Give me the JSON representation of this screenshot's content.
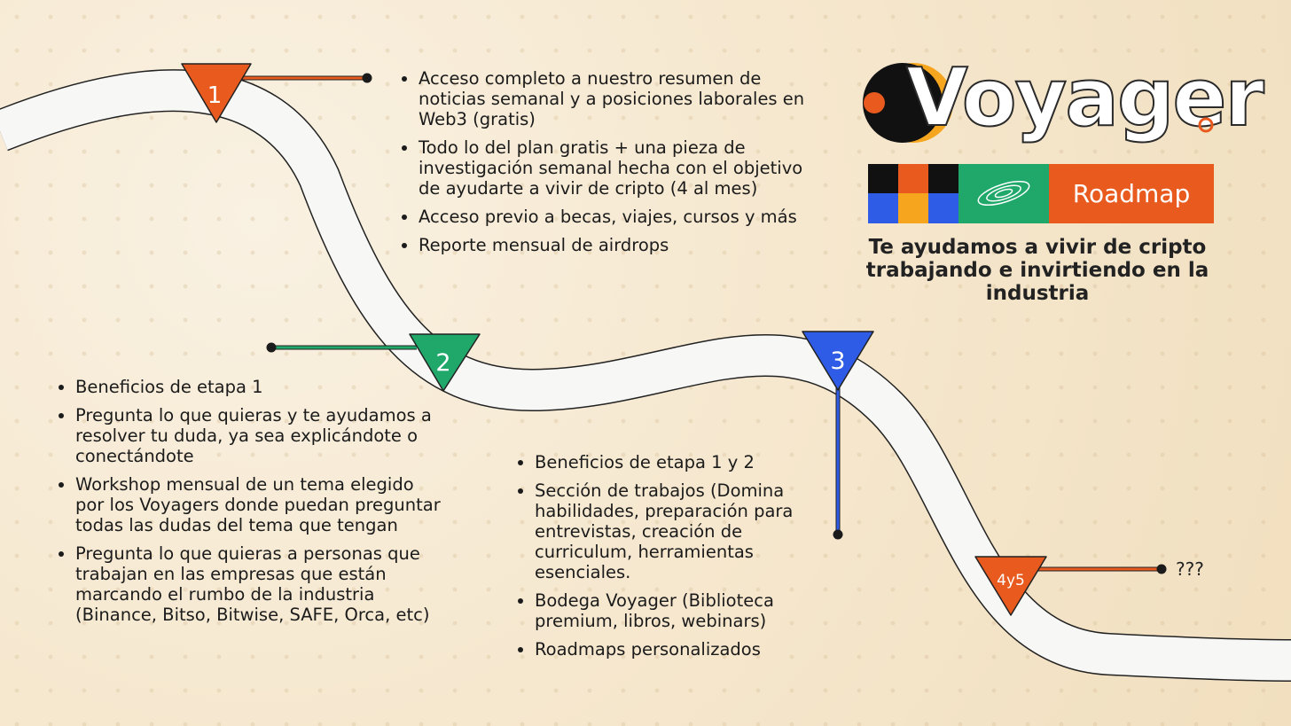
{
  "brand": {
    "logo_text": "Voyager",
    "section_label": "Roadmap",
    "tagline_lines": [
      "Te ayudamos a vivir de cripto",
      "trabajando e invirtiendo en la",
      "industria"
    ]
  },
  "markers": {
    "stage1": "1",
    "stage2": "2",
    "stage3": "3",
    "stage45": "4y5"
  },
  "stage1_benefits": [
    "Acceso completo a nuestro resumen de noticias semanal y a posiciones laborales en Web3 (gratis)",
    "Todo lo del plan gratis + una pieza de investigación semanal hecha con el objetivo de ayudarte a vivir de cripto (4 al mes)",
    "Acceso previo a becas, viajes, cursos y más",
    "Reporte mensual de airdrops"
  ],
  "stage2_benefits": [
    "Beneficios de etapa 1",
    "Pregunta lo que quieras y te ayudamos a resolver tu duda, ya sea explicándote o conectándote",
    "Workshop mensual de un tema elegido por los Voyagers donde puedan preguntar todas las dudas del tema que tengan",
    "Pregunta lo que quieras a personas que trabajan en las empresas que están marcando el rumbo de la industria (Binance, Bitso, Bitwise, SAFE, Orca, etc)"
  ],
  "stage3_benefits": [
    "Beneficios de etapa 1 y 2",
    "Sección de trabajos (Domina habilidades, preparación para entrevistas, creación de curriculum, herramientas esenciales.",
    "Bodega Voyager (Biblioteca premium, libros, webinars)",
    "Roadmaps personalizados"
  ],
  "stage45_text": "???",
  "colors": {
    "orange": "#e85a1e",
    "green": "#20a86b",
    "blue": "#2e5ce6",
    "yellow": "#f5a51e",
    "black": "#111111"
  }
}
